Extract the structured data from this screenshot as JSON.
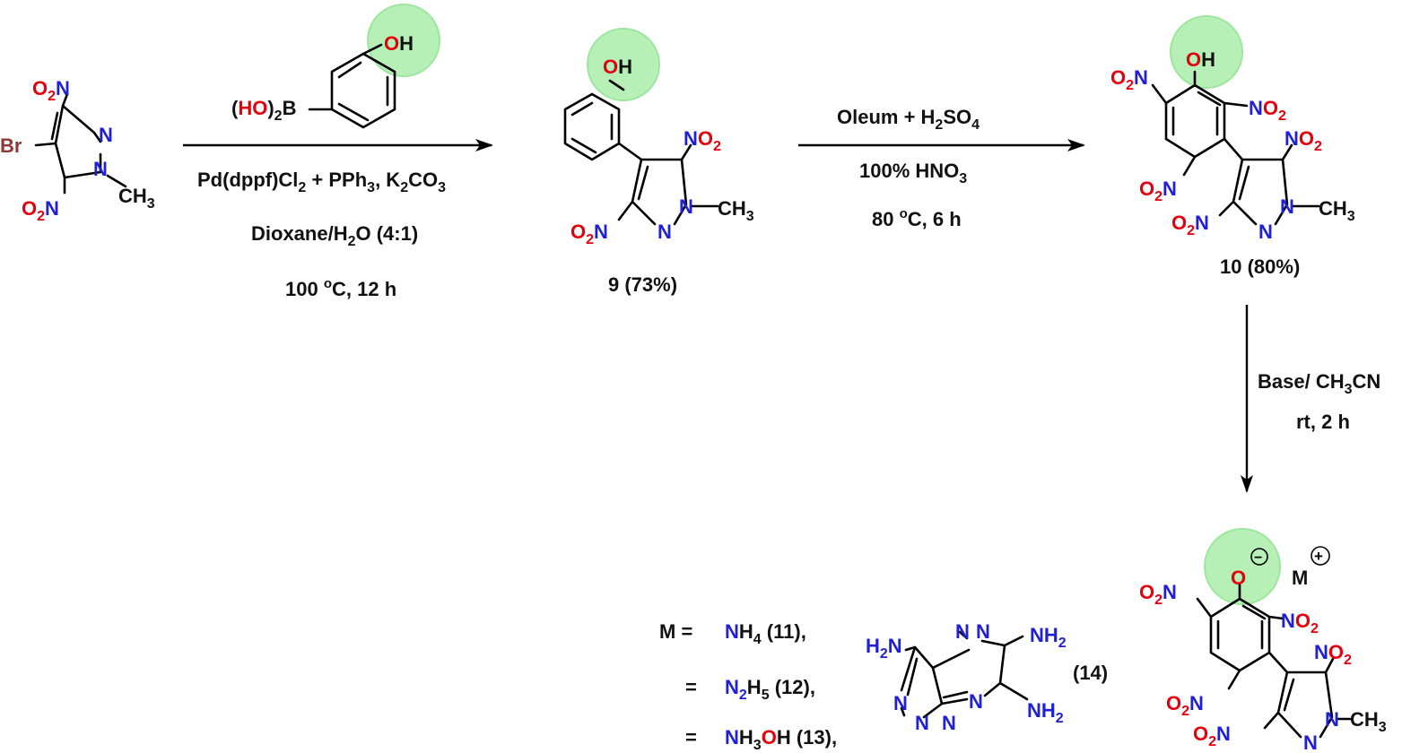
{
  "colors": {
    "nitrogen": "#1f1fd6",
    "oxygen": "#e3000f",
    "bromine": "#8b3a3a",
    "carbon": "#111111",
    "highlight": "#b6f0b6"
  },
  "atoms": {
    "br": "Br",
    "n": "N",
    "o": "O",
    "oh_o": "O",
    "oh_h": "H",
    "ho_o": "HO",
    "ch3_ch": "CH",
    "ch3_3": "3",
    "no2_n": "N",
    "no2_o": "O",
    "no2_2": "2",
    "b": "B",
    "paren_open": "(",
    "paren_close": ")",
    "sub_2": "2",
    "minus": "−",
    "plus": "+",
    "m": "M"
  },
  "step1": {
    "catalyst": "Pd(dppf)Cl",
    "catalyst_sub": "2",
    "ligand": " + PPh",
    "ligand_sub": "3",
    "base": ", K",
    "base_sub1": "2",
    "base_mid": "CO",
    "base_sub2": "3",
    "solvent_a": "Dioxane/H",
    "solvent_sub": "2",
    "solvent_b": "O (4:1)",
    "temp_a": "100 ",
    "temp_sup": "o",
    "temp_b": "C, 12 h"
  },
  "step2": {
    "reagent_a": "Oleum + H",
    "reagent_sub1": "2",
    "reagent_mid": "SO",
    "reagent_sub2": "4",
    "acid_a": "100% HNO",
    "acid_sub": "3",
    "temp_a": "80 ",
    "temp_sup": "o",
    "temp_b": "C, 6 h"
  },
  "step3": {
    "base_a": "Base/ CH",
    "base_sub": "3",
    "base_b": "CN",
    "time": "rt, 2 h"
  },
  "compounds": {
    "c9": "9 (73%)",
    "c10": "10 (80%)",
    "c14": "(14)"
  },
  "salts": {
    "m_label": "M =",
    "eq": "=",
    "s11_n": "N",
    "s11_h": "H",
    "s11_sub": "4",
    "s11_tail": " (11),",
    "s12_n": "N",
    "s12_sub1": "2",
    "s12_h": "H",
    "s12_sub2": "5",
    "s12_tail": " (12),",
    "s13_n": "N",
    "s13_h": "H",
    "s13_sub": "3",
    "s13_o": "O",
    "s13_h2": "H",
    "s13_tail": " (13),"
  },
  "triazole": {
    "h2n": "H",
    "h2n_sub": "2",
    "h2n_n": "N",
    "nh2_n": "N",
    "nh2_h": "H",
    "nh2_sub": "2"
  }
}
